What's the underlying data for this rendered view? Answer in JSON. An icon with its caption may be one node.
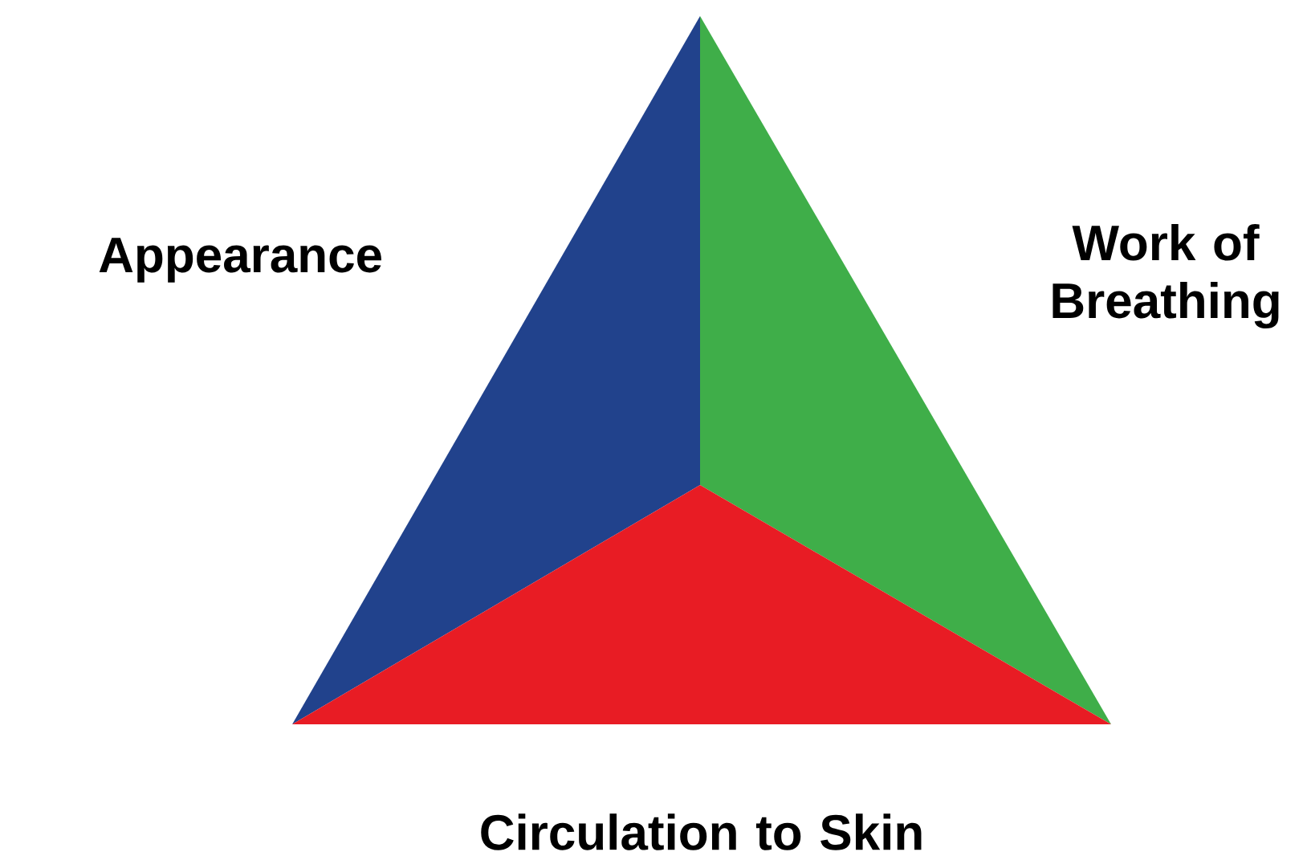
{
  "diagram": {
    "nodes": [
      {
        "text": [
          "Appearance"
        ]
      },
      {
        "text": [
          "Work of Breathing"
        ]
      },
      {
        "text": [
          "Circulation to Skin"
        ]
      }
    ]
  }
}
